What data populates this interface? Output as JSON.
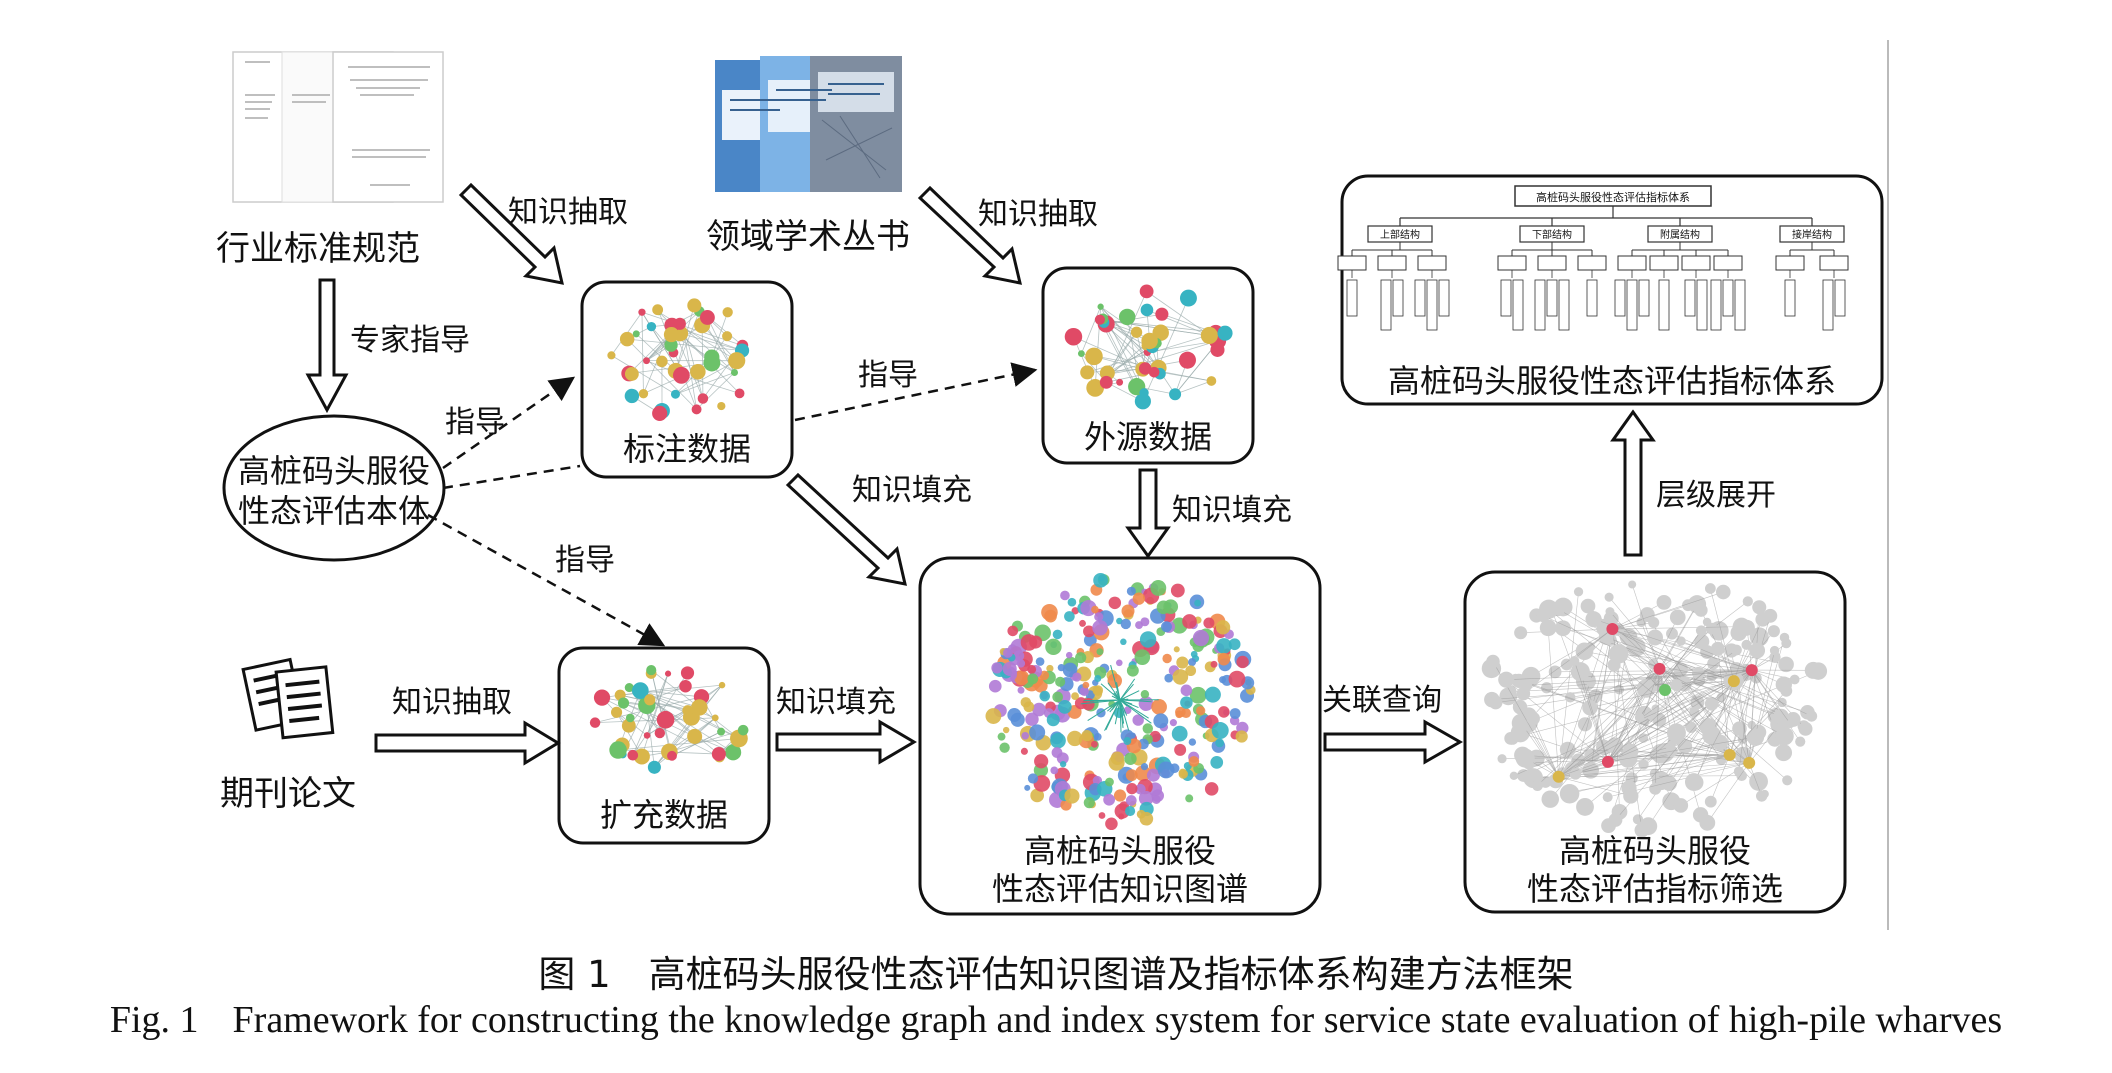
{
  "sources": {
    "standards": "行业标准规范",
    "books": "领域学术丛书",
    "papers": "期刊论文"
  },
  "ontology": {
    "line1": "高桩码头服役",
    "line2": "性态评估本体"
  },
  "boxes": {
    "annotated": "标注数据",
    "external": "外源数据",
    "expanded": "扩充数据",
    "kg_line1": "高桩码头服役",
    "kg_line2": "性态评估知识图谱",
    "screen_line1": "高桩码头服役",
    "screen_line2": "性态评估指标筛选",
    "index_system": "高桩码头服役性态评估指标体系"
  },
  "edges": {
    "extract1": "知识抽取",
    "extract2": "知识抽取",
    "extract3": "知识抽取",
    "expert": "专家指导",
    "guide1": "指导",
    "guide2": "指导",
    "guide3": "指导",
    "fill1": "知识填充",
    "fill2": "知识填充",
    "fill3": "知识填充",
    "query": "关联查询",
    "expand": "层级展开"
  },
  "tree": {
    "root": "高桩码头服役性态评估指标体系",
    "groups": [
      "上部结构",
      "下部结构",
      "附属结构",
      "接岸结构"
    ]
  },
  "caption": {
    "cn_num": "图 1",
    "cn_text": "高桩码头服役性态评估知识图谱及指标体系构建方法框架",
    "en_num": "Fig. 1",
    "en_text": "Framework for constructing the knowledge graph and index system for service state evaluation of high-pile wharves"
  },
  "colors": {
    "pink": "#e04a66",
    "yellow": "#d9b64a",
    "teal": "#37b3c2",
    "green": "#6cc26a",
    "purple": "#b07ad6",
    "orange": "#f08a4b",
    "blue": "#5a8fd8",
    "gray": "#cfcfcf"
  }
}
